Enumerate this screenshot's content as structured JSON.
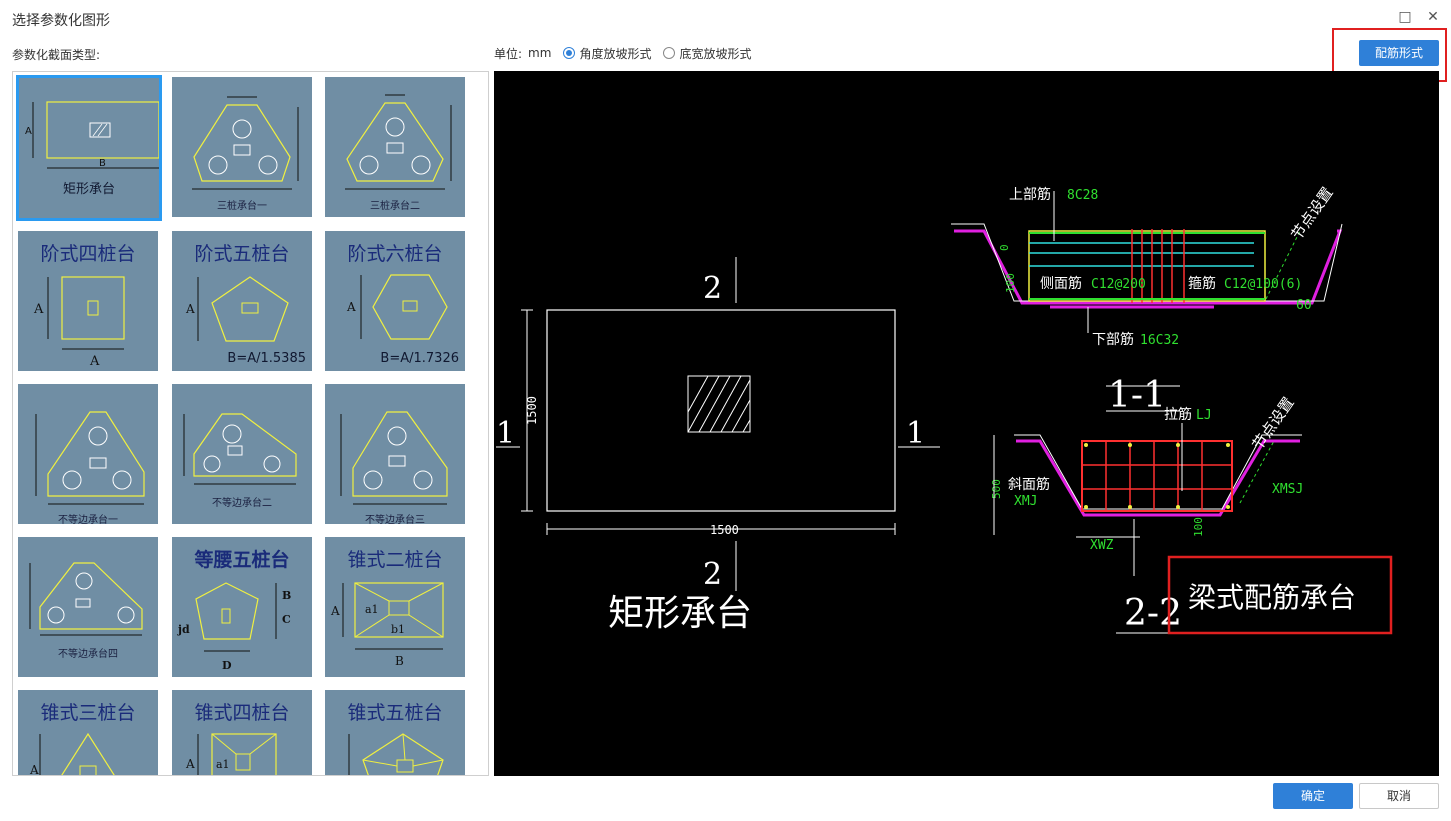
{
  "window": {
    "title": "选择参数化图形"
  },
  "left": {
    "label": "参数化截面类型:"
  },
  "unit": {
    "label": "单位:",
    "value": "mm",
    "options": [
      {
        "label": "角度放坡形式",
        "selected": true
      },
      {
        "label": "底宽放坡形式",
        "selected": false
      }
    ]
  },
  "buttons": {
    "rebar_form": "配筋形式",
    "ok": "确定",
    "cancel": "取消"
  },
  "thumbnails": [
    {
      "title": "",
      "caption": "矩形承台"
    },
    {
      "title": "",
      "caption": "三桩承台一"
    },
    {
      "title": "",
      "caption": "三桩承台二"
    },
    {
      "title": "阶式四桩台",
      "caption": ""
    },
    {
      "title": "阶式五桩台",
      "caption": "B=A/1.5385"
    },
    {
      "title": "阶式六桩台",
      "caption": "B=A/1.7326"
    },
    {
      "title": "",
      "caption": "不等边承台一"
    },
    {
      "title": "",
      "caption": "不等边承台二"
    },
    {
      "title": "",
      "caption": "不等边承台三"
    },
    {
      "title": "",
      "caption": "不等边承台四"
    },
    {
      "title": "等腰五桩台",
      "caption": ""
    },
    {
      "title": "锥式二桩台",
      "caption": ""
    },
    {
      "title": "锥式三桩台",
      "caption": ""
    },
    {
      "title": "锥式四桩台",
      "caption": ""
    },
    {
      "title": "锥式五桩台",
      "caption": ""
    }
  ],
  "drawing": {
    "plan_name": "矩形承台",
    "plan_width": "1500",
    "plan_height": "1500",
    "section_1": "1",
    "section_2": "2",
    "section_11_title": "1-1",
    "section_22_title": "2-2",
    "top_rebar_label": "上部筋",
    "top_rebar_value": "8C28",
    "side_rebar_label": "侧面筋",
    "side_rebar_value": "C12@200",
    "stirrup_label": "箍筋",
    "stirrup_value": "C12@100(6)",
    "bottom_rebar_label": "下部筋",
    "bottom_rebar_value": "16C32",
    "node_setting": "节点设置",
    "angle": "60",
    "tie_label": "拉筋",
    "tie_value": "LJ",
    "slope_label": "斜面筋",
    "slope_value": "XMJ",
    "xmsj": "XMSJ",
    "xwz": "XWZ",
    "height_500": "500",
    "dim_100": "100",
    "dim_0": "0",
    "annotation": "梁式配筋承台"
  },
  "colors": {
    "accent": "#2f80d8",
    "highlight": "#e02020",
    "thumb_bg": "#708ea4",
    "cad_bg": "#000000"
  }
}
